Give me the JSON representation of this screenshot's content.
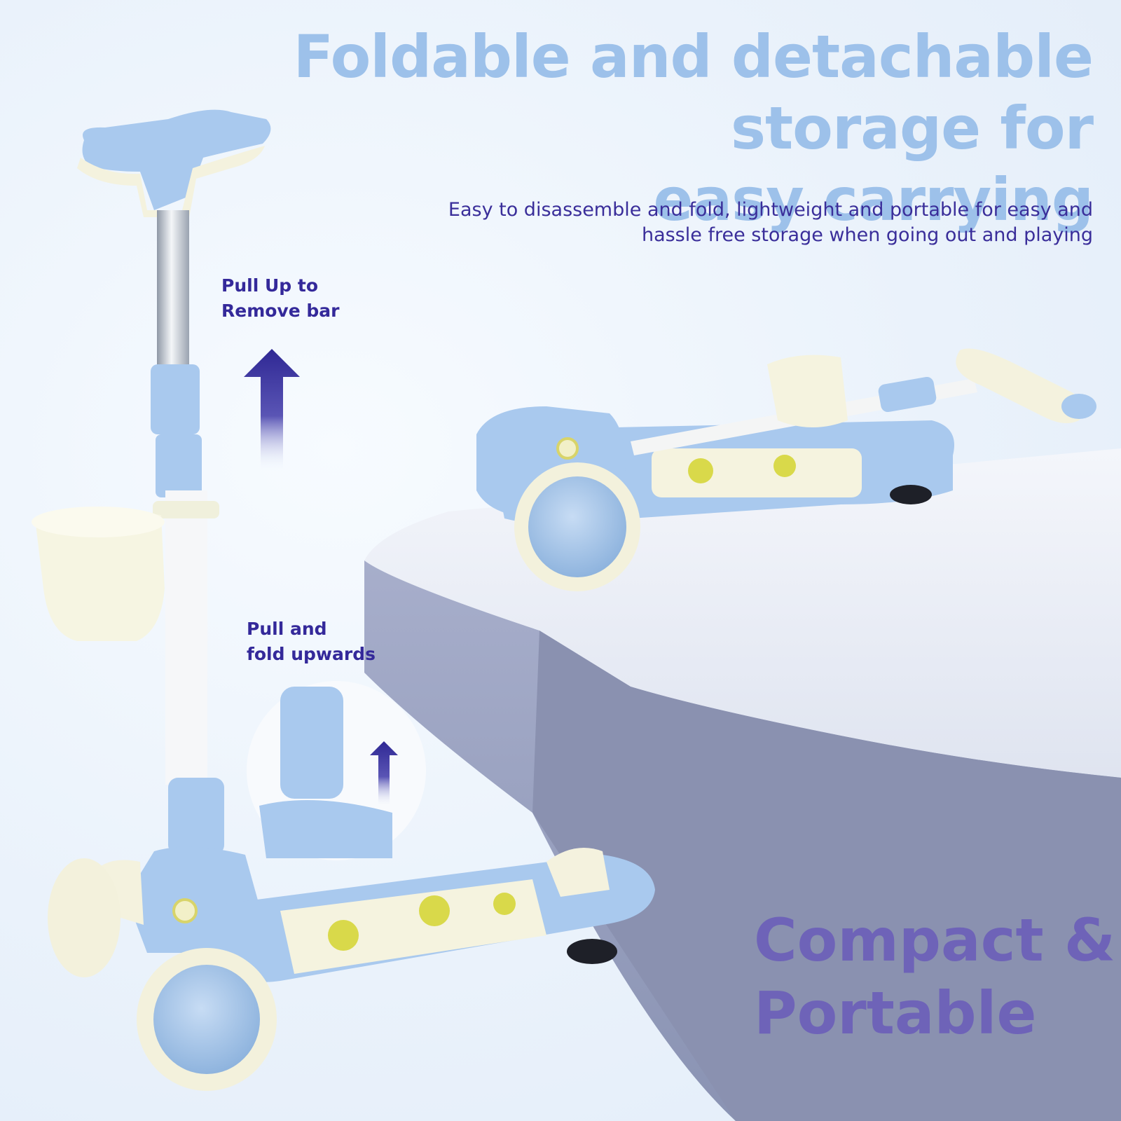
{
  "headline": {
    "line1": "Foldable and detachable storage for",
    "line2": "easy carrying"
  },
  "subtext": {
    "line1": "Easy to disassemble and fold, lightweight and portable for easy and",
    "line2": "hassle free storage when going out and playing"
  },
  "callouts": [
    {
      "line1": "Pull Up to",
      "line2": "Remove bar"
    },
    {
      "line1": "Pull and",
      "line2": "fold upwards"
    }
  ],
  "badge": {
    "line1": "Compact &",
    "line2": "Portable"
  },
  "colors": {
    "headline": "#9dc1ea",
    "subtext": "#3a2e9a",
    "callout": "#34299a",
    "badge": "#6e63b8",
    "scooter_body": "#a9c9ee",
    "accent_cream": "#f6f6e6",
    "pedestal": "#8f97b6"
  },
  "icons": [
    "up-arrow-icon",
    "up-arrow-small-icon"
  ]
}
